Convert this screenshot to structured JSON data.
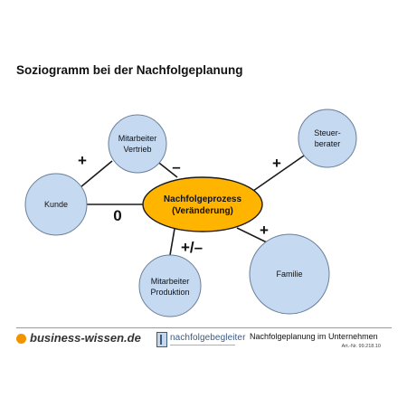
{
  "slide": {
    "title": "Soziogramm bei der Nachfolgeplanung"
  },
  "diagram": {
    "center": {
      "line1": "Nachfolgeprozess",
      "line2": "(Veränderung)",
      "fill": "#ffb400",
      "stroke": "#1a1a1a"
    },
    "nodes": {
      "vertrieb": {
        "line1": "Mitarbeiter",
        "line2": "Vertrieb"
      },
      "kunde": {
        "line1": "Kunde"
      },
      "steuerberater": {
        "line1": "Steuer-",
        "line2": "berater"
      },
      "produktion": {
        "line1": "Mitarbeiter",
        "line2": "Produktion"
      },
      "familie": {
        "line1": "Familie"
      }
    },
    "node_fill": "#c5d9f1",
    "node_stroke": "#6a7f99",
    "relations": {
      "kunde_vertrieb": "+",
      "vertrieb_center": "–",
      "kunde_center": "0",
      "steuerberater_center": "+",
      "produktion_center": "+/–",
      "familie_center": "+"
    }
  },
  "footer": {
    "brand": "business-wissen.de",
    "brand_dot_color": "#f29400",
    "partner": "nachfolgebegleiter",
    "caption": "Nachfolgeplanung im Unternehmen",
    "art_nr": "Art.-Nr. 99.218.10"
  }
}
